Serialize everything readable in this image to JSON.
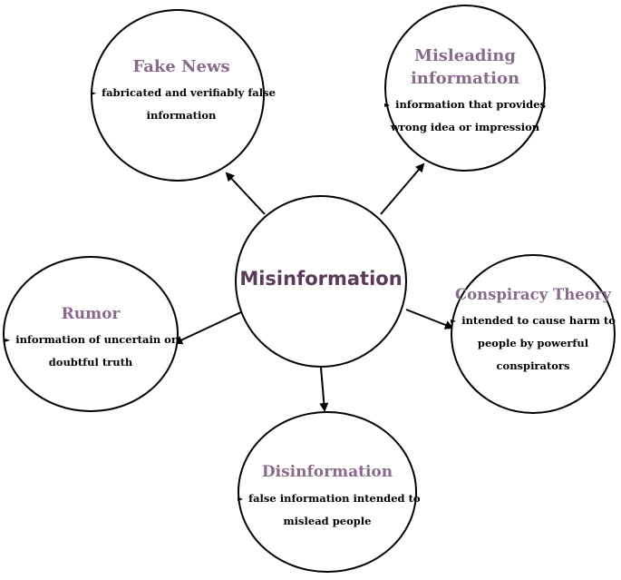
{
  "center": {
    "label": "Misinformation"
  },
  "nodes": {
    "fake_news": {
      "title": "Fake News",
      "lines": [
        "fabricated and verifiably false",
        "information"
      ]
    },
    "misleading": {
      "title_lines": [
        "Misleading",
        "information"
      ],
      "lines": [
        "information that provides",
        "wrong idea or impression"
      ]
    },
    "rumor": {
      "title": "Rumor",
      "lines": [
        "information of uncertain or",
        "doubtful truth"
      ]
    },
    "conspiracy": {
      "title": "Conspiracy Theory",
      "lines": [
        "intended to cause harm to",
        "people by powerful",
        "conspirators"
      ]
    },
    "disinformation": {
      "title": "Disinformation",
      "lines": [
        "false information intended to",
        "mislead people"
      ]
    }
  },
  "colors": {
    "title_purple": "#8a6a8a",
    "center_purple": "#5a3a58",
    "stroke": "#000000"
  },
  "icons": {
    "bullet": "triangle-bullet-icon"
  }
}
